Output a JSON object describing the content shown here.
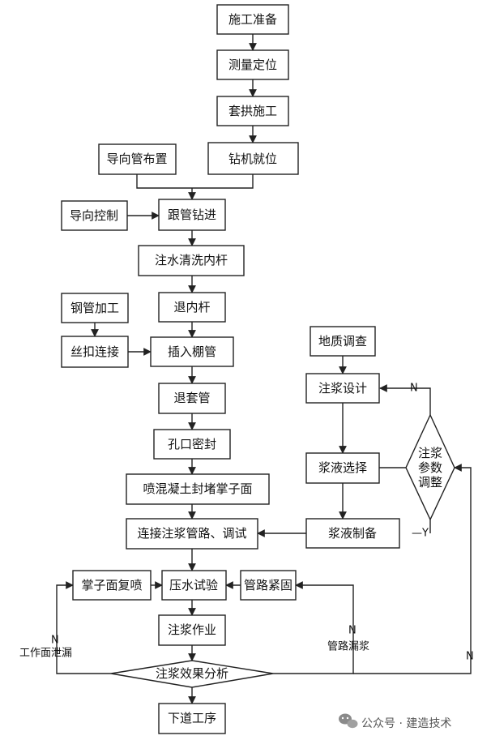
{
  "nodes": {
    "n1": "施工准备",
    "n2": "测量定位",
    "n3": "套拱施工",
    "n4": "钻机就位",
    "n5": "导向管布置",
    "n6": "导向控制",
    "n7": "跟管钻进",
    "n8": "注水清洗内杆",
    "n9": "退内杆",
    "n10": "钢管加工",
    "n11": "丝扣连接",
    "n12": "插入棚管",
    "n13": "退套管",
    "n14": "孔口密封",
    "n15": "喷混凝土封堵掌子面",
    "n16": "连接注浆管路、调试",
    "n17": "掌子面复喷",
    "n18": "压水试验",
    "n19": "管路紧固",
    "n20": "注浆作业",
    "n21": "注浆效果分析",
    "n22": "下道工序",
    "n23": "地质调查",
    "n24": "注浆设计",
    "n25": "浆液选择",
    "n26": "浆液制备",
    "d1_l1": "注浆",
    "d1_l2": "参数",
    "d1_l3": "调整"
  },
  "edge_labels": {
    "n_top": "N",
    "y_bottom": "—Y",
    "n_left": "N",
    "face_leak": "工作面泄漏",
    "n_mid": "N",
    "pipe_leak": "管路漏浆",
    "n_right": "N"
  },
  "watermark": {
    "icon": "wechat-icon",
    "text": "公众号 · 建造技术"
  },
  "colors": {
    "stroke": "#222222",
    "text": "#111111",
    "watermark": "#555555"
  }
}
